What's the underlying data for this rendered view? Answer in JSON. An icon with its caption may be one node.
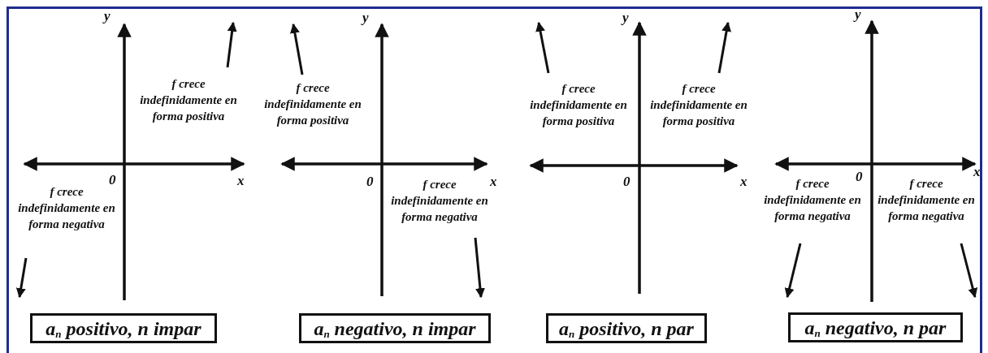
{
  "diagram": {
    "nodes": [
      {
        "text": [
          "a$_{n}$ positivo, n impar"
        ]
      },
      {
        "text": [
          "a$_{n}$ negativo, n impar"
        ]
      },
      {
        "text": [
          "a$_{n}$ positivo, n par"
        ]
      },
      {
        "text": [
          "a$_{n}$ negativo, n par"
        ]
      }
    ],
    "labels": [
      "y",
      "f crece indefinidamente en forma positiva",
      "0",
      "x",
      "f crece indefinidamente en forma negativa",
      "y",
      "f crece indefinidamente en forma positiva",
      "0",
      "x",
      "f crece indefinidamente en forma negativa",
      "y",
      "f crece indefinidamente en forma positiva",
      "f crece indefinidamente en forma positiva",
      "0",
      "x",
      "y",
      "0",
      "x",
      "f crece indefinidamente en forma negativa",
      "f crece indefinidamente en forma negativa"
    ]
  }
}
